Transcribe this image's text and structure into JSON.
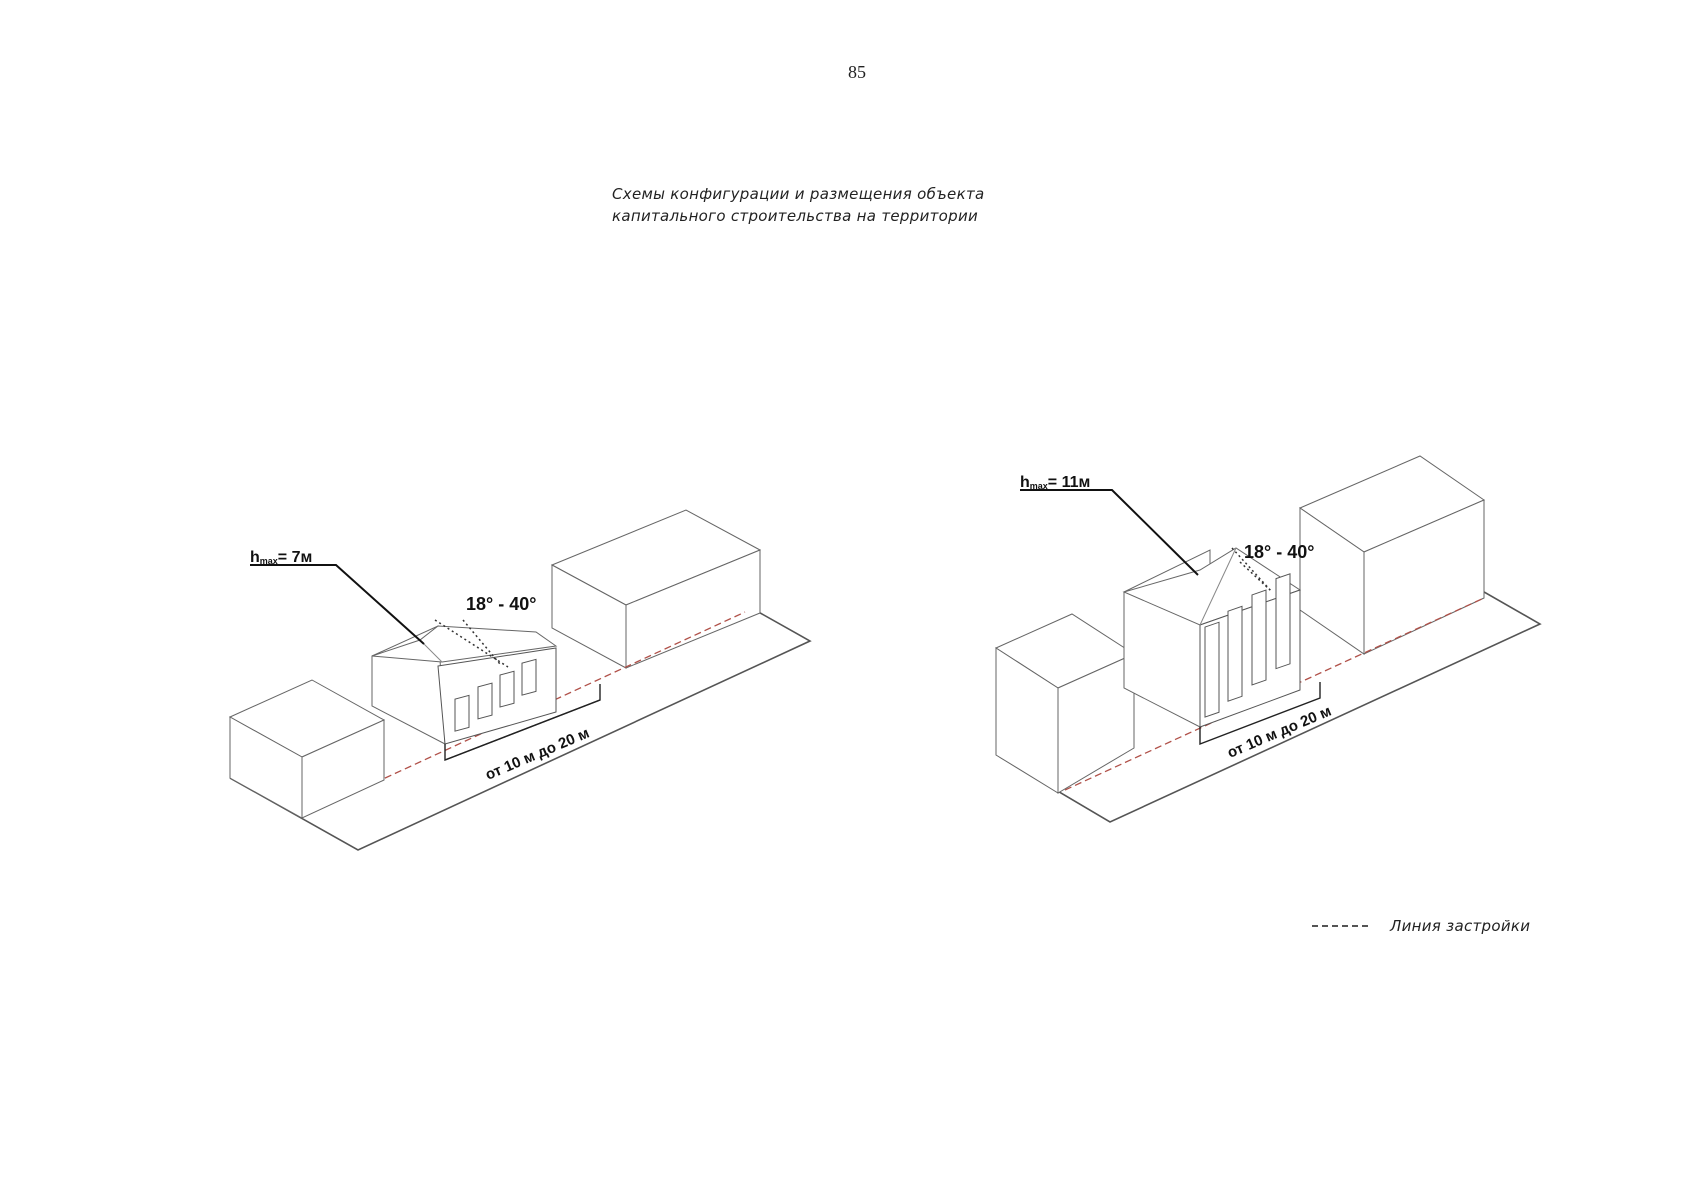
{
  "page_number": "85",
  "title": {
    "line1": "Схемы конфигурации и размещения объекта",
    "line2": "капитального строительства на территории"
  },
  "left_scheme": {
    "height_label_main": "h",
    "height_label_sub": "max",
    "height_value": "= 7м",
    "roof_angle": "18° - 40°",
    "width_range": "от 10 м до 20 м"
  },
  "right_scheme": {
    "height_label_main": "h",
    "height_label_sub": "max",
    "height_value": "= 11м",
    "roof_angle": "18° - 40°",
    "width_range": "от 10 м до 20 м"
  },
  "legend": {
    "label": "Линия застройки"
  }
}
